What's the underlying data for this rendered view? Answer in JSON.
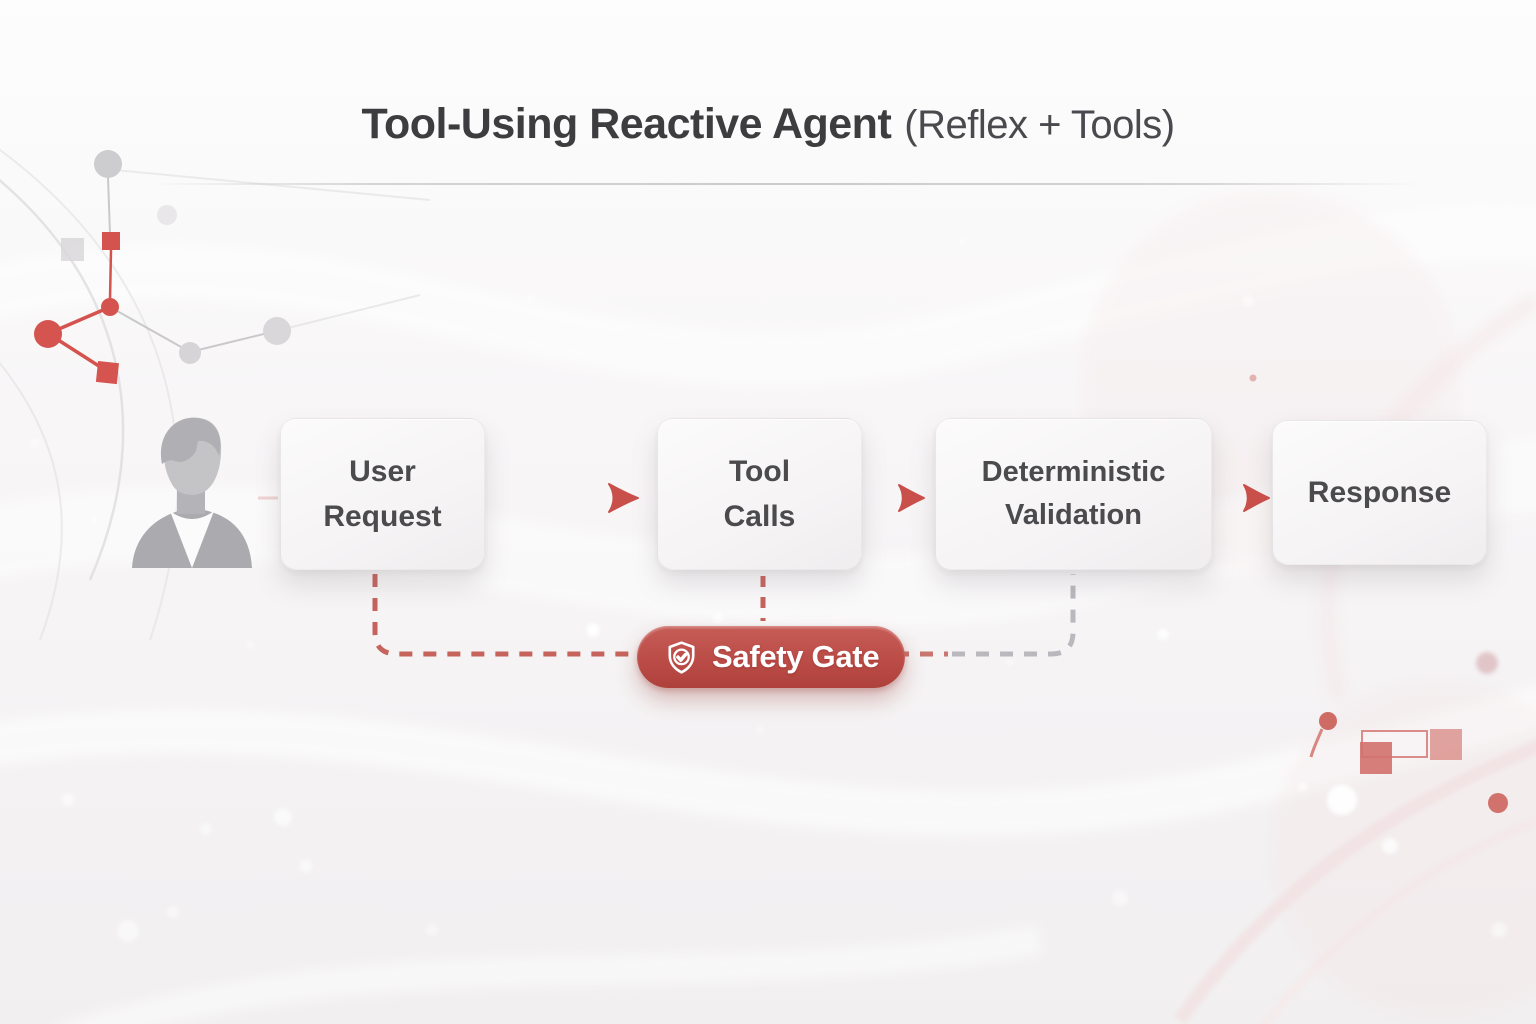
{
  "title": {
    "main": "Tool-Using Reactive Agent",
    "suffix": "(Reflex + Tools)"
  },
  "flow": {
    "nodes": [
      {
        "id": "user-request",
        "label": "User Request"
      },
      {
        "id": "tool-calls",
        "label": "Tool Calls"
      },
      {
        "id": "deterministic-validation",
        "label": "Deterministic Validation"
      },
      {
        "id": "response",
        "label": "Response"
      }
    ],
    "arrows": [
      {
        "from": "User Request",
        "to": "Tool Calls"
      },
      {
        "from": "Tool Calls",
        "to": "Deterministic Validation"
      },
      {
        "from": "Deterministic Validation",
        "to": "Response"
      }
    ],
    "dashed_links": [
      {
        "from": "User Request",
        "to": "Safety Gate",
        "style": "red-dashed"
      },
      {
        "from": "Tool Calls",
        "to": "Safety Gate",
        "style": "red-dashed"
      },
      {
        "from": "Deterministic Validation",
        "to": "Safety Gate",
        "style": "gray-dashed"
      }
    ]
  },
  "safety_gate": {
    "label": "Safety Gate",
    "icon": "shield-check-icon"
  },
  "actor": {
    "icon": "user-avatar-icon"
  },
  "colors": {
    "accent_red": "#c9504a",
    "gate_red_top": "#c75d57",
    "gate_red_bottom": "#af413c",
    "dash_red": "#c5635c",
    "dash_gray": "#b9b9bd",
    "box_text": "#4b4b4e",
    "title_text": "#3d3d40"
  }
}
